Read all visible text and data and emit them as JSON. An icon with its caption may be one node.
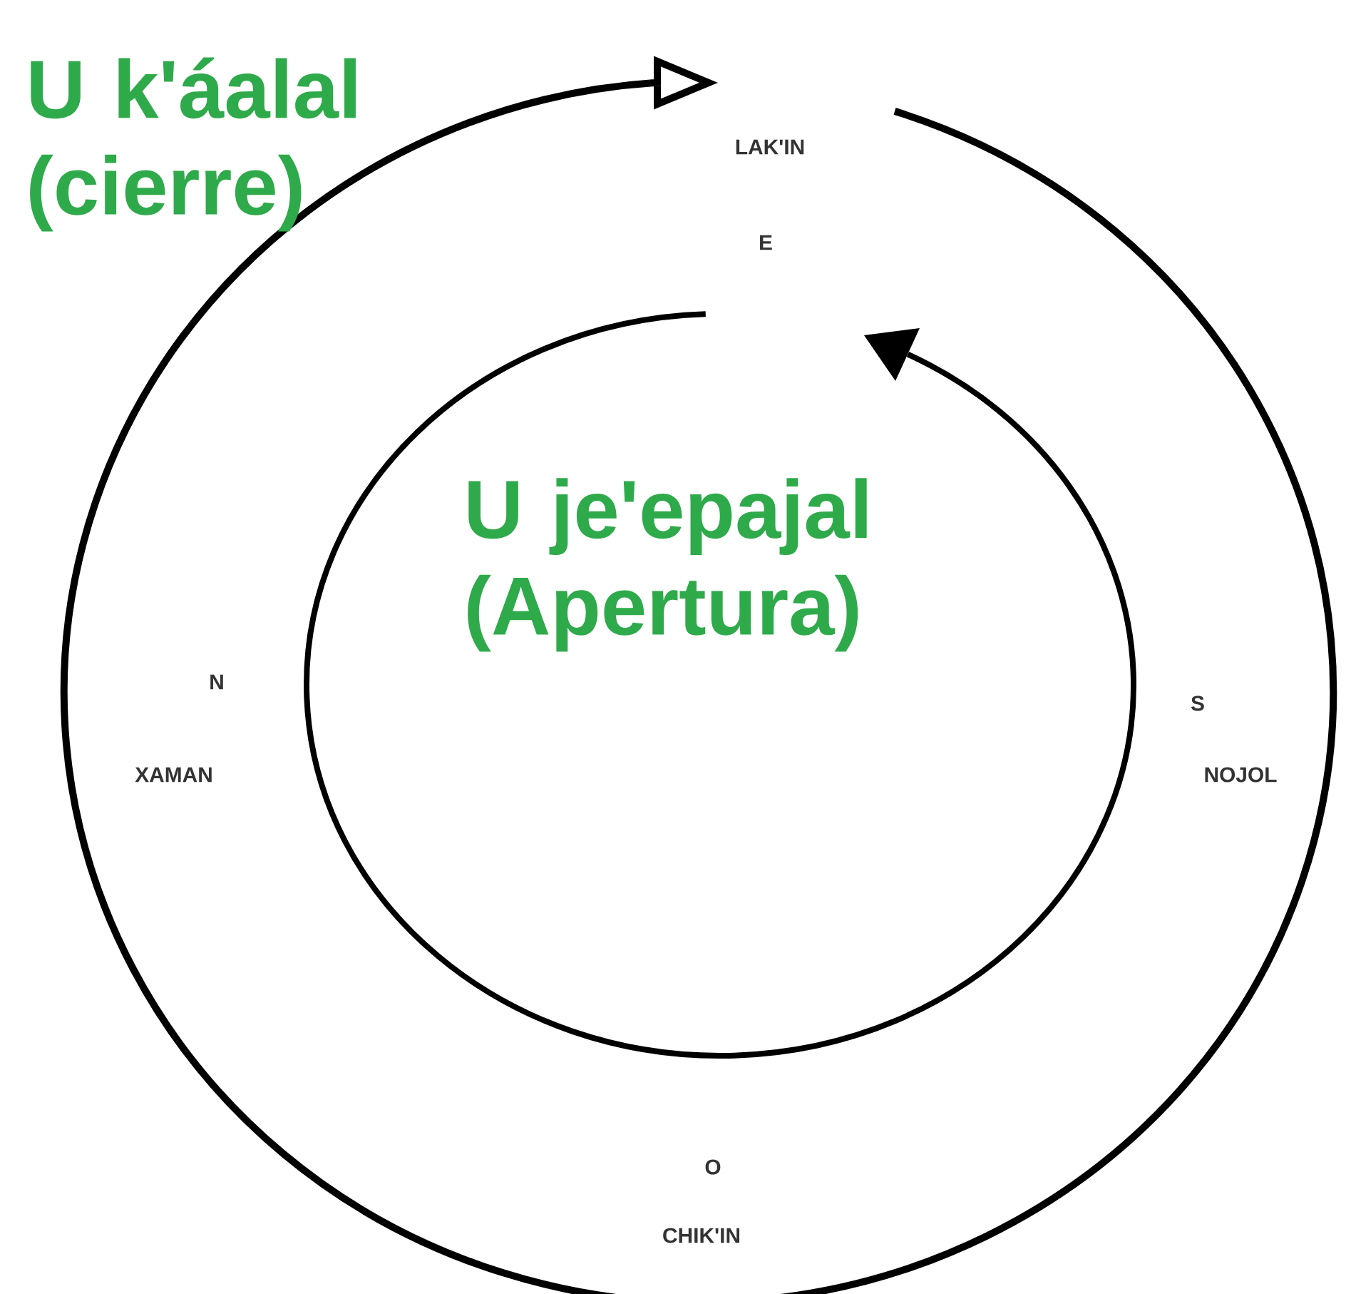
{
  "diagram": {
    "labels": [
      "U k'áalal (cierre)",
      "LAK'IN",
      "E",
      "U je'epajal (Apertura)",
      "N",
      "S",
      "XAMAN",
      "NOJOL",
      "O",
      "CHIK'IN"
    ]
  }
}
